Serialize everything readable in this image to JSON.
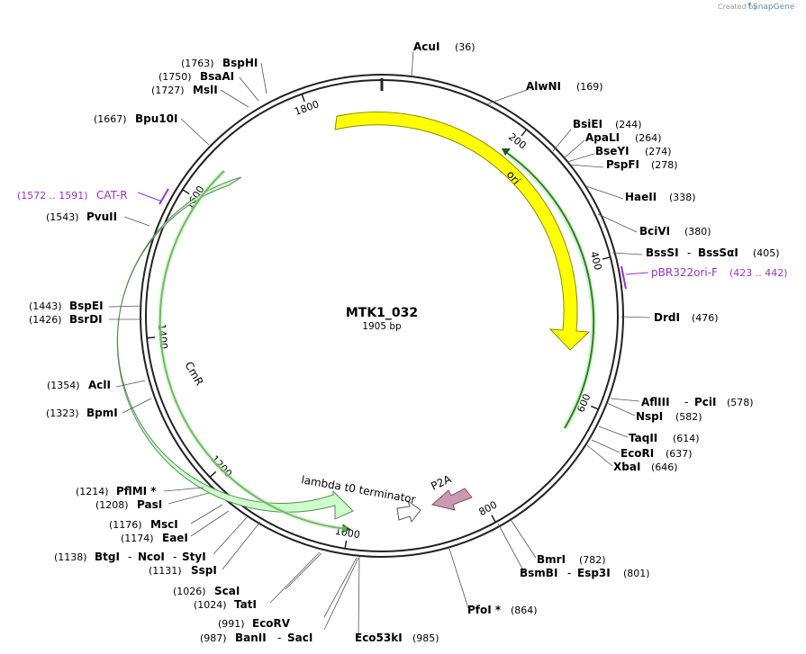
{
  "credit": {
    "created_by": "Created by",
    "brand": "SnapGene"
  },
  "plasmid": {
    "name": "MTK1_032",
    "length_label": "1905 bp",
    "length": 1905
  },
  "ticks": [
    "200",
    "400",
    "600",
    "800",
    "1000",
    "1200",
    "1400",
    "1600",
    "1800"
  ],
  "features": [
    {
      "name": "ori",
      "color": "#ffff00"
    },
    {
      "name": "CmR",
      "color": "#ccffcc"
    },
    {
      "name": "lambda t0 terminator",
      "color": "#ffffff"
    },
    {
      "name": "P2A",
      "color": "#cc99b2"
    }
  ],
  "primers": [
    {
      "name": "pBR322ori-F",
      "range": "(423 .. 442)",
      "color": "#9933cc"
    },
    {
      "name": "CAT-R",
      "range": "(1572 .. 1591)",
      "color": "#9933cc"
    }
  ],
  "sites": [
    {
      "name": "AcuI",
      "pos": "(36)"
    },
    {
      "name": "AlwNI",
      "pos": "(169)"
    },
    {
      "name": "BsiEI",
      "pos": "(244)"
    },
    {
      "name": "ApaLI",
      "pos": "(264)"
    },
    {
      "name": "BseYI",
      "pos": "(274)"
    },
    {
      "name": "PspFI",
      "pos": "(278)"
    },
    {
      "name": "HaeII",
      "pos": "(338)"
    },
    {
      "name": "BciVI",
      "pos": "(380)"
    },
    {
      "name": "BssSI",
      "name2": "BssSαI",
      "pos": "(405)"
    },
    {
      "name": "DrdI",
      "pos": "(476)"
    },
    {
      "name": "AflIII",
      "name2": "PciI",
      "pos": "(578)"
    },
    {
      "name": "NspI",
      "pos": "(582)"
    },
    {
      "name": "TaqII",
      "pos": "(614)"
    },
    {
      "name": "EcoRI",
      "pos": "(637)"
    },
    {
      "name": "XbaI",
      "pos": "(646)"
    },
    {
      "name": "BmrI",
      "pos": "(782)"
    },
    {
      "name": "BsmBI",
      "name2": "Esp3I",
      "pos": "(801)"
    },
    {
      "name": "PfoI *",
      "pos": "(864)"
    },
    {
      "name": "Eco53kI",
      "pos": "(985)"
    },
    {
      "name": "BanII",
      "name2": "SacI",
      "pos": "(987)"
    },
    {
      "name": "EcoRV",
      "pos": "(991)"
    },
    {
      "name": "TatI",
      "pos": "(1024)"
    },
    {
      "name": "ScaI",
      "pos": "(1026)"
    },
    {
      "name": "SspI",
      "pos": "(1131)"
    },
    {
      "name": "BtgI",
      "name2": "NcoI",
      "name3": "StyI",
      "pos": "(1138)"
    },
    {
      "name": "EaeI",
      "pos": "(1174)"
    },
    {
      "name": "MscI",
      "pos": "(1176)"
    },
    {
      "name": "PasI",
      "pos": "(1208)"
    },
    {
      "name": "PflMI *",
      "pos": "(1214)"
    },
    {
      "name": "BpmI",
      "pos": "(1323)"
    },
    {
      "name": "AclI",
      "pos": "(1354)"
    },
    {
      "name": "BsrDI",
      "pos": "(1426)"
    },
    {
      "name": "BspEI",
      "pos": "(1443)"
    },
    {
      "name": "PvuII",
      "pos": "(1543)"
    },
    {
      "name": "Bpu10I",
      "pos": "(1667)"
    },
    {
      "name": "MslI",
      "pos": "(1727)"
    },
    {
      "name": "BsaAI",
      "pos": "(1750)"
    },
    {
      "name": "BspHI",
      "pos": "(1763)"
    }
  ]
}
